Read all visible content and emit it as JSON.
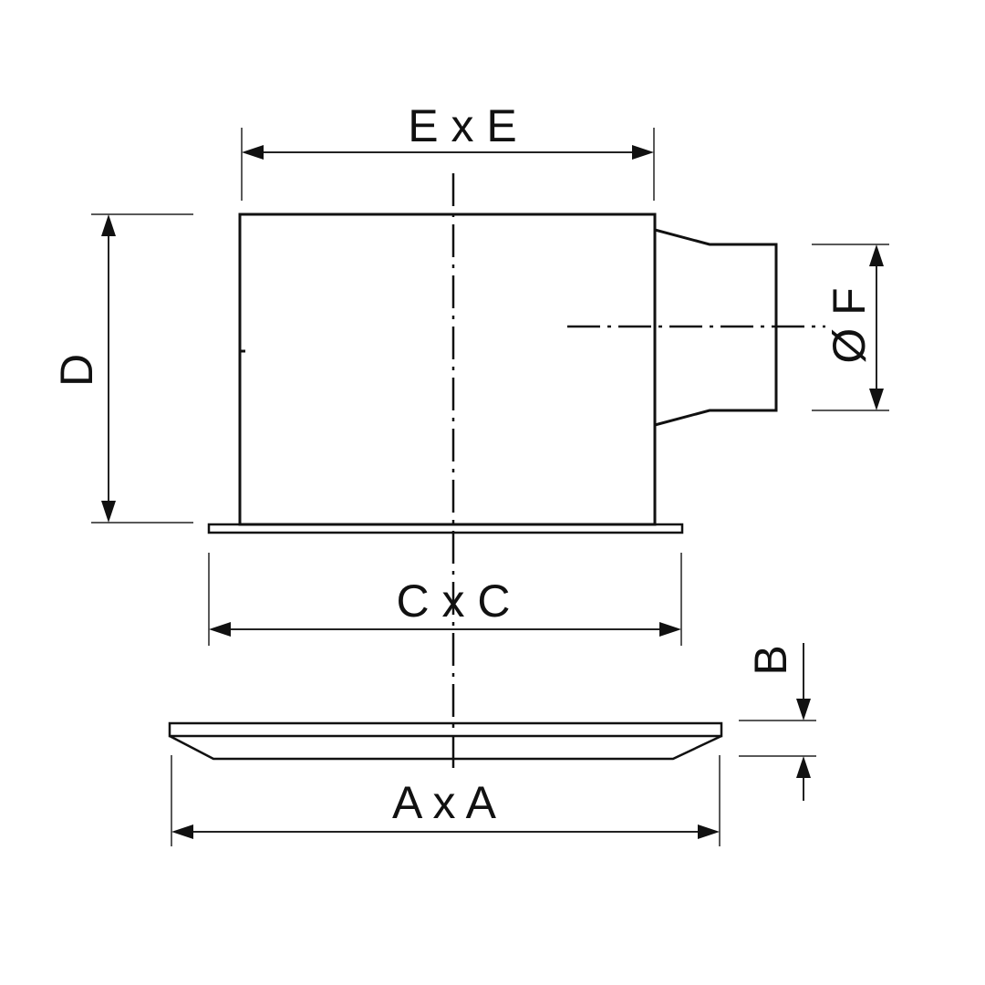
{
  "labels": {
    "top_width": "E x E",
    "height": "D",
    "duct_diameter": "Ø F",
    "flange_width": "C x C",
    "grille_thickness": "B",
    "grille_width": "A x A"
  },
  "colors": {
    "line": "#111111",
    "background": "#ffffff"
  }
}
